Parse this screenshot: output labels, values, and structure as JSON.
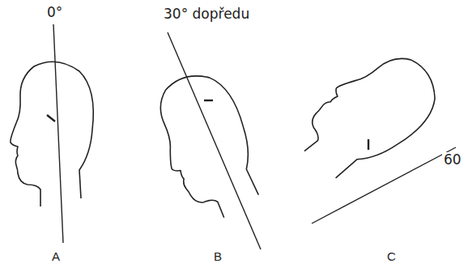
{
  "diagram": {
    "labels": [
      "0°",
      "30° dopředu",
      "60",
      "A",
      "B",
      "C"
    ]
  }
}
